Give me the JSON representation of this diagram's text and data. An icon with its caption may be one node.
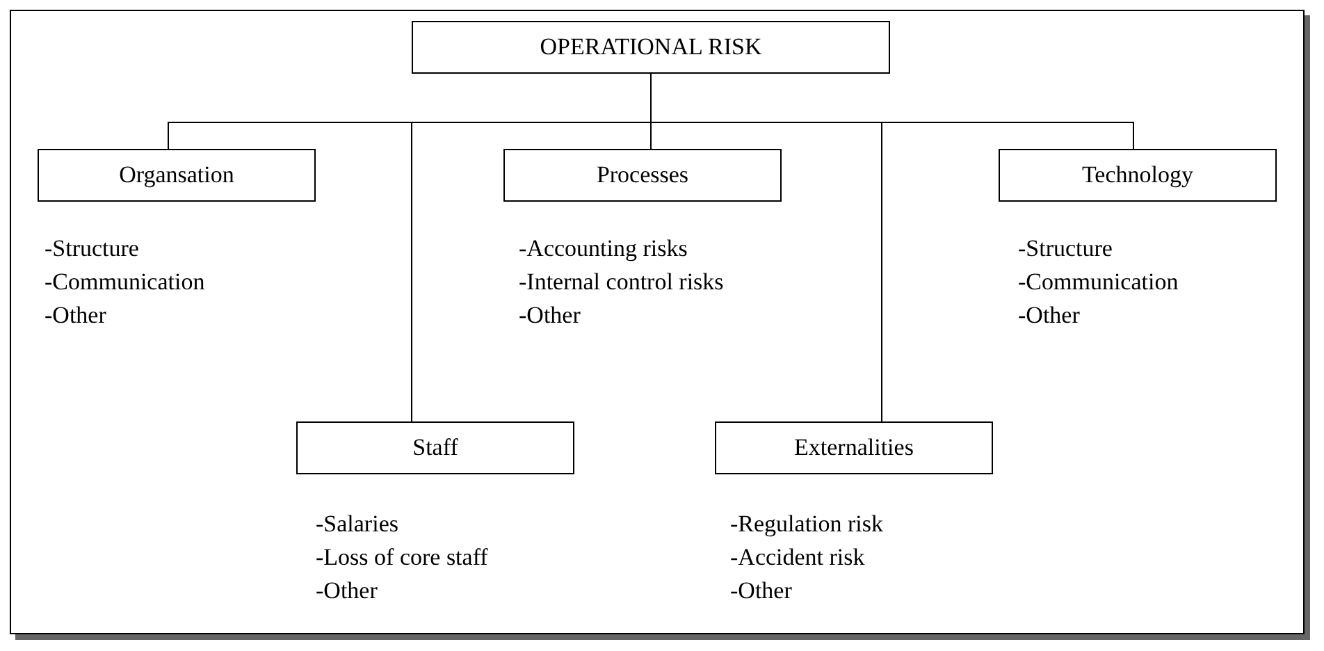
{
  "diagram": {
    "nodes": [
      {
        "text": [
          "OPERATIONAL RISK"
        ]
      },
      {
        "text": [
          "Organsation"
        ],
        "beside": [
          "-Structure",
          "-Communication",
          "-Other"
        ]
      },
      {
        "text": [
          "Processes"
        ],
        "beside": [
          "-Accounting risks",
          "-Internal control risks",
          "-Other"
        ]
      },
      {
        "text": [
          "Technology"
        ],
        "beside": [
          "-Structure",
          "-Communication",
          "-Other"
        ]
      },
      {
        "text": [
          "Staff"
        ],
        "beside": [
          "-Salaries",
          "-Loss of core staff",
          "-Other"
        ]
      },
      {
        "text": [
          "Externalities"
        ],
        "beside": [
          "-Regulation risk",
          "-Accident risk",
          "-Other"
        ]
      }
    ],
    "edges": [
      {
        "from": 0,
        "to": 1,
        "arrow": "none"
      },
      {
        "from": 0,
        "to": 2,
        "arrow": "none"
      },
      {
        "from": 0,
        "to": 3,
        "arrow": "none"
      },
      {
        "from": 0,
        "to": 4,
        "arrow": "none"
      },
      {
        "from": 0,
        "to": 5,
        "arrow": "none"
      }
    ]
  }
}
